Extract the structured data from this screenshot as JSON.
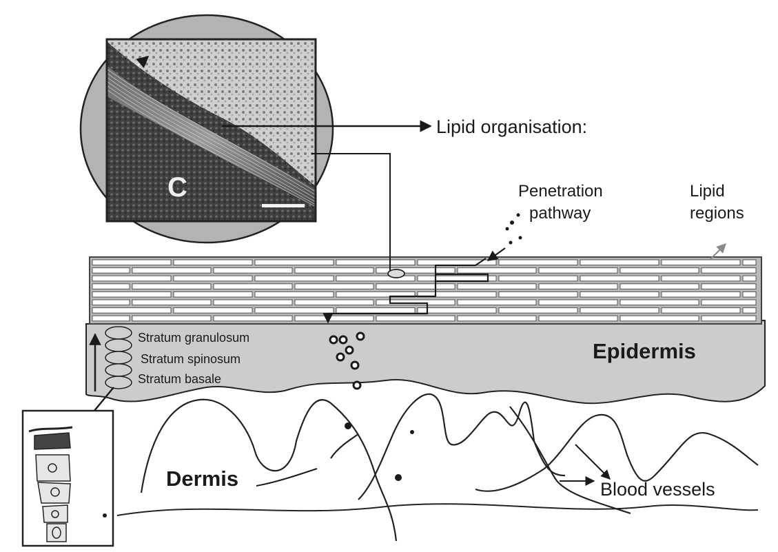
{
  "diagram": {
    "labels": {
      "lipid_organisation": "Lipid organisation:",
      "penetration_line1": "Penetration",
      "penetration_line2": "pathway",
      "lipid_regions_line1": "Lipid",
      "lipid_regions_line2": "regions",
      "stratum_granulosum": "Stratum granulosum",
      "stratum_spinosum": "Stratum spinosum",
      "stratum_basale": "Stratum basale",
      "epidermis": "Epidermis",
      "dermis": "Dermis",
      "blood_vessels": "Blood vessels",
      "micrograph_panel": "C"
    },
    "colors": {
      "background": "#ffffff",
      "stratum_corneum_fill": "#bdbdbd",
      "epidermis_fill": "#c9c9c9",
      "halo_fill": "#b4b4b4",
      "ink": "#1a1a1a"
    }
  }
}
